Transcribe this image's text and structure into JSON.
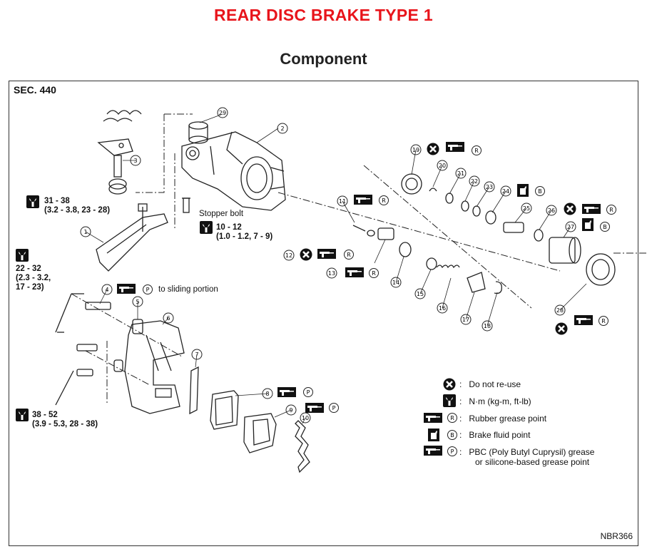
{
  "header": {
    "title": "REAR DISC BRAKE TYPE 1",
    "subtitle": "Component"
  },
  "diagram": {
    "section": "SEC. 440",
    "code": "NBR366",
    "callouts": [
      "1",
      "2",
      "3",
      "4",
      "5",
      "6",
      "7",
      "8",
      "9",
      "10",
      "11",
      "12",
      "13",
      "14",
      "15",
      "16",
      "17",
      "18",
      "19",
      "20",
      "21",
      "22",
      "23",
      "24",
      "25",
      "26",
      "27",
      "28",
      "29"
    ],
    "torque_specs": [
      {
        "value": "31 - 38",
        "detail": "(3.2 - 3.8, 23 - 28)"
      },
      {
        "value": "10 - 12",
        "detail": "(1.0 - 1.2, 7 - 9)"
      },
      {
        "value": "22 - 32",
        "detail_lines": [
          "(2.3 - 3.2,",
          "17 - 23)"
        ]
      },
      {
        "value": "38 - 52",
        "detail": "(3.9 - 5.3, 28 - 38)"
      }
    ],
    "labels": {
      "stopper_bolt": "Stopper bolt",
      "sliding_portion": "to sliding portion"
    },
    "symbol_letters": {
      "rubber": "R",
      "brake_fluid": "B",
      "pbc": "P"
    }
  },
  "legend": [
    {
      "symbol": "do-not-reuse",
      "text": "Do not re-use"
    },
    {
      "symbol": "torque",
      "text": "N·m (kg-m, ft-lb)"
    },
    {
      "symbol": "rubber-grease",
      "letter": "R",
      "text": "Rubber grease point"
    },
    {
      "symbol": "brake-fluid",
      "letter": "B",
      "text": "Brake fluid point"
    },
    {
      "symbol": "pbc-grease",
      "letter": "P",
      "text": "PBC (Poly Butyl Cuprysil) grease",
      "text2": "or silicone-based grease point"
    }
  ],
  "legend_colon": ":"
}
